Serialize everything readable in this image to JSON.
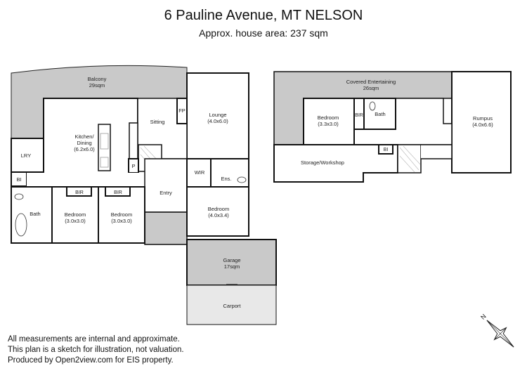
{
  "header": {
    "title": "6 Pauline Avenue, MT NELSON",
    "subtitle": "Approx. house area: 237 sqm"
  },
  "colors": {
    "wall": "#111111",
    "outdoor_fill": "#c9c9c9",
    "carport_fill": "#e8e8e8",
    "room_fill": "#ffffff"
  },
  "lower_level": {
    "rooms": [
      {
        "name": "Balcony",
        "size": "29sqm"
      },
      {
        "name": "Kitchen/",
        "name2": "Dining",
        "size": "(6.2x6.0)"
      },
      {
        "name": "Sitting"
      },
      {
        "name": "FP"
      },
      {
        "name": "Lounge",
        "size": "(4.0x6.0)"
      },
      {
        "name": "LRY"
      },
      {
        "name": "BI"
      },
      {
        "name": "P"
      },
      {
        "name": "WIR"
      },
      {
        "name": "Ens."
      },
      {
        "name": "Entry"
      },
      {
        "name": "Bath"
      },
      {
        "name": "BIR"
      },
      {
        "name": "BIR"
      },
      {
        "name": "Bedroom",
        "size": "(3.0x3.0)"
      },
      {
        "name": "Bedroom",
        "size": "(3.0x3.0)"
      },
      {
        "name": "Bedroom",
        "size": "(4.0x3.4)"
      },
      {
        "name": "Garage",
        "size": "17sqm"
      },
      {
        "name": "Carport"
      }
    ]
  },
  "upper_level": {
    "rooms": [
      {
        "name": "Covered Entertaining",
        "size": "26sqm"
      },
      {
        "name": "Bedroom",
        "size": "(3.3x3.0)"
      },
      {
        "name": "BIR"
      },
      {
        "name": "Bath"
      },
      {
        "name": "Rumpus",
        "size": "(4.0x6.6)"
      },
      {
        "name": "BI"
      },
      {
        "name": "Storage/Workshop"
      }
    ]
  },
  "compass": {
    "label": "N"
  },
  "footer": {
    "lines": [
      "All measurements are internal and approximate.",
      "This plan is a sketch for illustration, not valuation.",
      "Produced by Open2view.com for EIS property."
    ]
  }
}
